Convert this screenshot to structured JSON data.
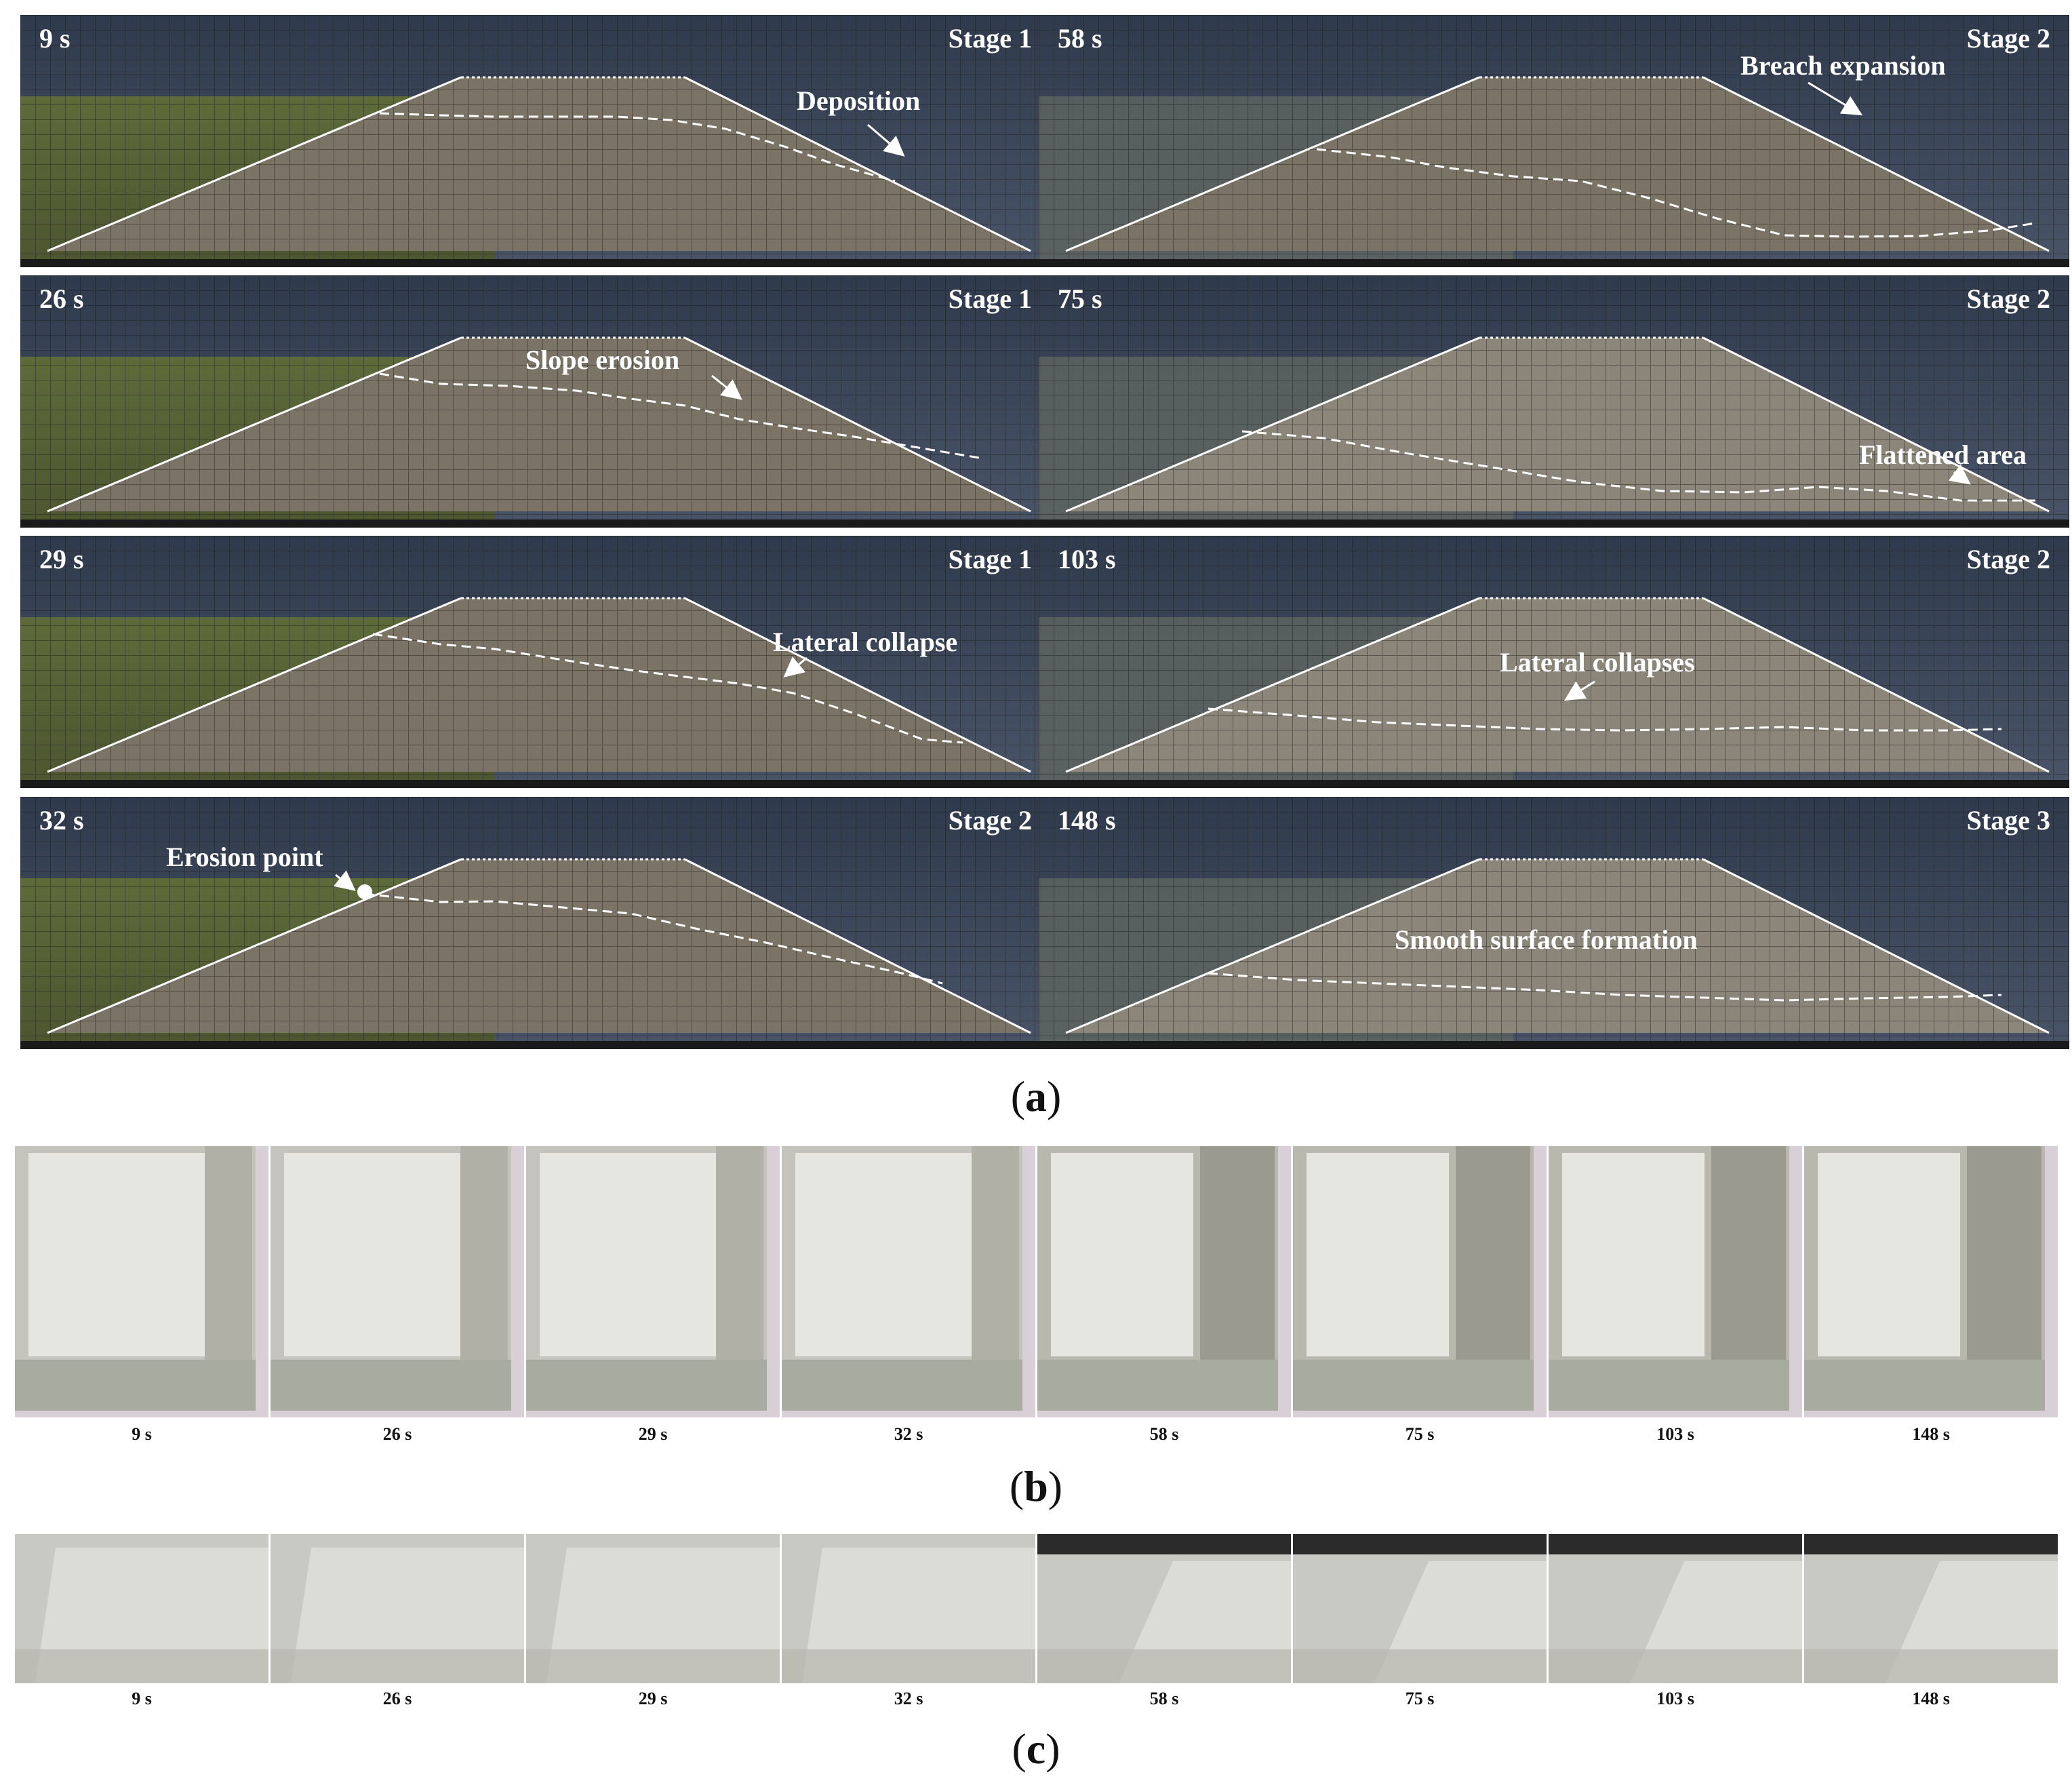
{
  "panel_a": {
    "caption": "a",
    "frames": [
      {
        "time": "9 s",
        "stage": "Stage 1",
        "annotation": "Deposition"
      },
      {
        "time": "58 s",
        "stage": "Stage 2",
        "annotation": "Breach expansion"
      },
      {
        "time": "26 s",
        "stage": "Stage 1",
        "annotation": "Slope erosion"
      },
      {
        "time": "75 s",
        "stage": "Stage 2",
        "annotation": "Flattened area"
      },
      {
        "time": "29 s",
        "stage": "Stage 1",
        "annotation": "Lateral collapse"
      },
      {
        "time": "103 s",
        "stage": "Stage 2",
        "annotation": "Lateral collapses"
      },
      {
        "time": "32 s",
        "stage": "Stage 2",
        "annotation": "Erosion point"
      },
      {
        "time": "148 s",
        "stage": "Stage 3",
        "annotation": "Smooth surface formation"
      }
    ]
  },
  "panel_b": {
    "caption": "b",
    "times": [
      "9 s",
      "26 s",
      "29 s",
      "32 s",
      "58 s",
      "75 s",
      "103 s",
      "148 s"
    ]
  },
  "panel_c": {
    "caption": "c",
    "times": [
      "9 s",
      "26 s",
      "29 s",
      "32 s",
      "58 s",
      "75 s",
      "103 s",
      "148 s"
    ]
  },
  "colors": {
    "sky": "#3b4658",
    "soil": "#7d7568",
    "water": "#5a6a3a",
    "outline": "#ffffff"
  }
}
